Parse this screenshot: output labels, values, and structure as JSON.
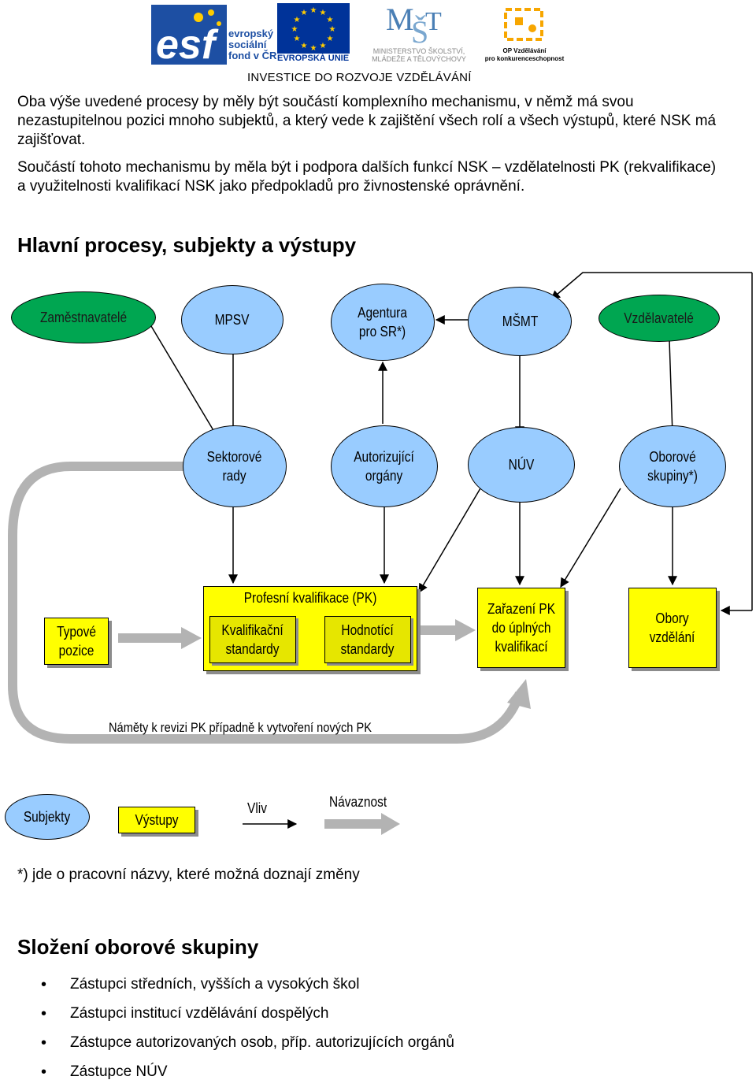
{
  "header": {
    "logos": {
      "esf_line1": "evropský",
      "esf_line2": "sociální",
      "esf_line3": "fond v ČR",
      "eu_label": "EVROPSKÁ UNIE",
      "msmt_line1": "MINISTERSTVO ŠKOLSTVÍ,",
      "msmt_line2": "MLÁDEŽE A TĚLOVÝCHOVY",
      "op_line1": "OP Vzdělávání",
      "op_line2": "pro konkurenceschopnost"
    },
    "banner": "INVESTICE DO ROZVOJE VZDĚLÁVÁNÍ"
  },
  "intro": {
    "p1": "Oba výše uvedené procesy by měly být součástí komplexního mechanismu, v němž má svou nezastupitelnou pozici mnoho subjektů, a který vede k zajištění všech rolí a všech výstupů, které NSK má zajišťovat.",
    "p2": "Součástí tohoto mechanismu by měla být i podpora dalších funkcí NSK – vzdělatelnosti PK (rekvalifikace) a využitelnosti kvalifikací NSK jako předpokladů pro živnostenské oprávnění."
  },
  "section1_title": "Hlavní procesy, subjekty a výstupy",
  "diagram": {
    "zamestnavatele": "Zaměstnavatelé",
    "mpsv": "MPSV",
    "agentura": "Agentura\npro SR*)",
    "msmt": "MŠMT",
    "vzdelavatele": "Vzdělavatelé",
    "sektorove_rady": "Sektorové\nrady",
    "autorizujici_organy": "Autorizující\norgány",
    "nuv": "NÚV",
    "oborove_skupiny": "Oborové\nskupiny*)",
    "typove_pozice": "Typové\npozice",
    "profesni_kvalifikace": "Profesní kvalifikace (PK)",
    "kvalifikacni_standardy": "Kvalifikační\nstandardy",
    "hodnotici_standardy": "Hodnotící\nstandardy",
    "zarazeni_pk": "Zařazení PK\ndo úplných\nkvalifikací",
    "obory_vzdelani": "Obory\nvzdělání",
    "revision_label": "Náměty k revizi PK případně k vytvoření nových PK"
  },
  "legend": {
    "subjekty": "Subjekty",
    "vystupy": "Výstupy",
    "vliv": "Vliv",
    "navaznost": "Návaznost"
  },
  "footnote": "*) jde o pracovní názvy, které možná doznají změny",
  "section2_title": "Složení oborové skupiny",
  "composition": [
    "Zástupci středních, vyšších a vysokých škol",
    "Zástupci institucí vzdělávání dospělých",
    "Zástupce autorizovaných osob, příp. autorizujících orgánů",
    "Zástupce NÚV"
  ],
  "colors": {
    "subject_green": "#00a651",
    "subject_blue": "#99ccff",
    "output_yellow": "#ffff00",
    "esf_blue": "#1d4fa3",
    "eu_blue": "#003399",
    "eu_star": "#ffcc00",
    "arrow_grey": "#b3b3b3"
  }
}
